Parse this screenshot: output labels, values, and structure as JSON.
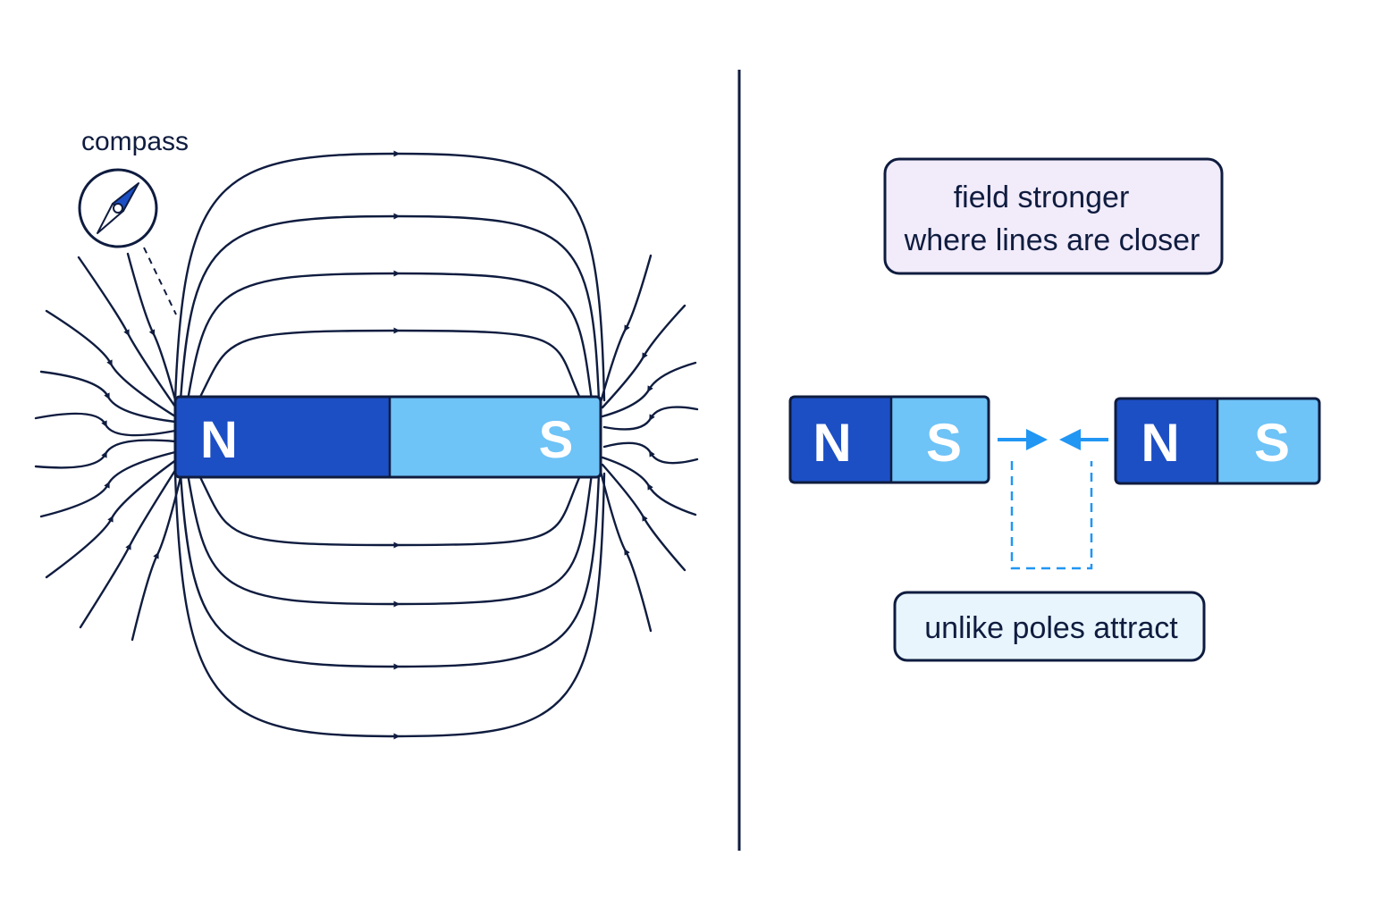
{
  "left_panel": {
    "compass_label": "compass",
    "magnet": {
      "north_label": "N",
      "south_label": "S"
    }
  },
  "right_panel": {
    "note_lines": [
      "field stronger",
      "where lines are closer"
    ],
    "magnet_a": {
      "north_label": "N",
      "south_label": "S"
    },
    "magnet_b": {
      "north_label": "N",
      "south_label": "S"
    },
    "caption": "unlike poles attract"
  },
  "colors": {
    "north": "#1c4fc4",
    "south": "#6ec3f7",
    "line": "#0f1c3f",
    "accent_arrow": "#2196f3",
    "note_bg": "#f1ebfa",
    "caption_bg": "#e8f5fd"
  }
}
